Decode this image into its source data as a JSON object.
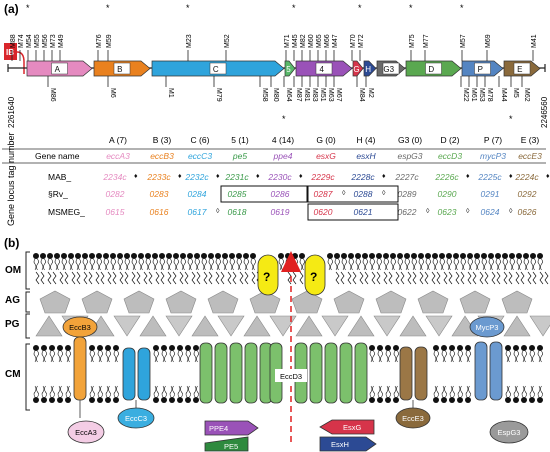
{
  "panels": {
    "a": "(a)",
    "b": "(b)"
  },
  "ib_label": "IB",
  "coords": {
    "left": "2261640",
    "right": "2246560"
  },
  "gene_arrows": [
    {
      "label": "A",
      "color": "#e58ac0"
    },
    {
      "label": "B",
      "color": "#e9811f"
    },
    {
      "label": "C",
      "color": "#2fa4dc"
    },
    {
      "label": "5",
      "color": "#59b86a"
    },
    {
      "label": "4",
      "color": "#9a52b8"
    },
    {
      "label": "G",
      "color": "#d6344a"
    },
    {
      "label": "H",
      "color": "#2c4a94"
    },
    {
      "label": "G3",
      "color": "#6a6a6a"
    },
    {
      "label": "D",
      "color": "#5aa850"
    },
    {
      "label": "P",
      "color": "#5485c2"
    },
    {
      "label": "E",
      "color": "#8a6a3c"
    }
  ],
  "top_mutants": [
    "M88",
    "M74",
    "M54",
    "M55",
    "M56",
    "M73",
    "M49",
    "M76",
    "M59",
    "M23",
    "M52",
    "M71",
    "M45",
    "M82",
    "M60",
    "M65",
    "M66",
    "M47",
    "M70",
    "M72",
    "M75",
    "M77",
    "M57",
    "M69",
    "M41"
  ],
  "top_mutant_stars": [
    "M54",
    "M59",
    "M23",
    "M45",
    "M72",
    "M75",
    "M57"
  ],
  "bottom_mutants": [
    "M86",
    "M6",
    "M1",
    "M79",
    "M58",
    "M80",
    "M64",
    "M87",
    "M81",
    "M83",
    "M51",
    "M63",
    "M67",
    "M84",
    "M2",
    "M22",
    "M61",
    "M53",
    "M78",
    "M44",
    "M5",
    "M62"
  ],
  "bottom_mutant_stars": [
    "M64",
    "M5"
  ],
  "gene_counts": [
    "A (7)",
    "B (3)",
    "C (6)",
    "5 (1)",
    "4 (14)",
    "G (0)",
    "H (4)",
    "G3 (0)",
    "D (2)",
    "P (7)",
    "E (3)"
  ],
  "table": {
    "vertical_label": "Gene locus tag number",
    "row_headers": [
      "Gene name",
      "MAB_",
      "§Rv_",
      "MSMEG_"
    ],
    "columns": [
      {
        "name": "eccA3",
        "mab": "2234c",
        "rv": "0282",
        "msmeg": "0615",
        "color": "#e58ac0",
        "mab_mark": "♦",
        "rv_mark": "",
        "msmeg_mark": ""
      },
      {
        "name": "eccB3",
        "mab": "2233c",
        "rv": "0283",
        "msmeg": "0616",
        "color": "#e9811f",
        "mab_mark": "♦",
        "rv_mark": "",
        "msmeg_mark": ""
      },
      {
        "name": "eccC3",
        "mab": "2232c",
        "rv": "0284",
        "msmeg": "0617",
        "color": "#2fa4dc",
        "mab_mark": "♦",
        "rv_mark": "",
        "msmeg_mark": "◊"
      },
      {
        "name": "pe5",
        "mab": "2231c",
        "rv": "0285",
        "msmeg": "0618",
        "color": "#3a9a4a",
        "mab_mark": "♦",
        "rv_mark": "",
        "msmeg_mark": ""
      },
      {
        "name": "ppe4",
        "mab": "2230c",
        "rv": "0286",
        "msmeg": "0619",
        "color": "#9a52b8",
        "mab_mark": "♦",
        "rv_mark": "",
        "msmeg_mark": ""
      },
      {
        "name": "esxG",
        "mab": "2229c",
        "rv": "0287",
        "msmeg": "0620",
        "color": "#d6344a",
        "mab_mark": "",
        "rv_mark": "◊",
        "msmeg_mark": ""
      },
      {
        "name": "esxH",
        "mab": "2228c",
        "rv": "0288",
        "msmeg": "0621",
        "color": "#2c4a94",
        "mab_mark": "♦",
        "rv_mark": "◊",
        "msmeg_mark": ""
      },
      {
        "name": "espG3",
        "mab": "2227c",
        "rv": "0289",
        "msmeg": "0622",
        "color": "#6a6a6a",
        "mab_mark": "",
        "rv_mark": "",
        "msmeg_mark": "◊"
      },
      {
        "name": "eccD3",
        "mab": "2226c",
        "rv": "0290",
        "msmeg": "0623",
        "color": "#5aa850",
        "mab_mark": "♦",
        "rv_mark": "",
        "msmeg_mark": "◊"
      },
      {
        "name": "mycP3",
        "mab": "2225c",
        "rv": "0291",
        "msmeg": "0624",
        "color": "#5485c2",
        "mab_mark": "♦",
        "rv_mark": "",
        "msmeg_mark": "◊"
      },
      {
        "name": "eccE3",
        "mab": "2224c",
        "rv": "0292",
        "msmeg": "0626",
        "color": "#8a6a3c",
        "mab_mark": "♦",
        "rv_mark": "",
        "msmeg_mark": ""
      }
    ]
  },
  "layers": {
    "om": "OM",
    "ag": "AG",
    "pg": "PG",
    "cm": "CM"
  },
  "question_mark": "?",
  "proteins": {
    "eccb3": "EccB3",
    "myc": "MycP3",
    "eccd3": "EccD3",
    "ecca3": "EccA3",
    "eccc3": "EccC3",
    "ppe4": "PPE4",
    "pe5": "PE5",
    "esxg": "EsxG",
    "esxh": "EsxH",
    "ecce3": "EccE3",
    "espg3": "EspG3"
  }
}
